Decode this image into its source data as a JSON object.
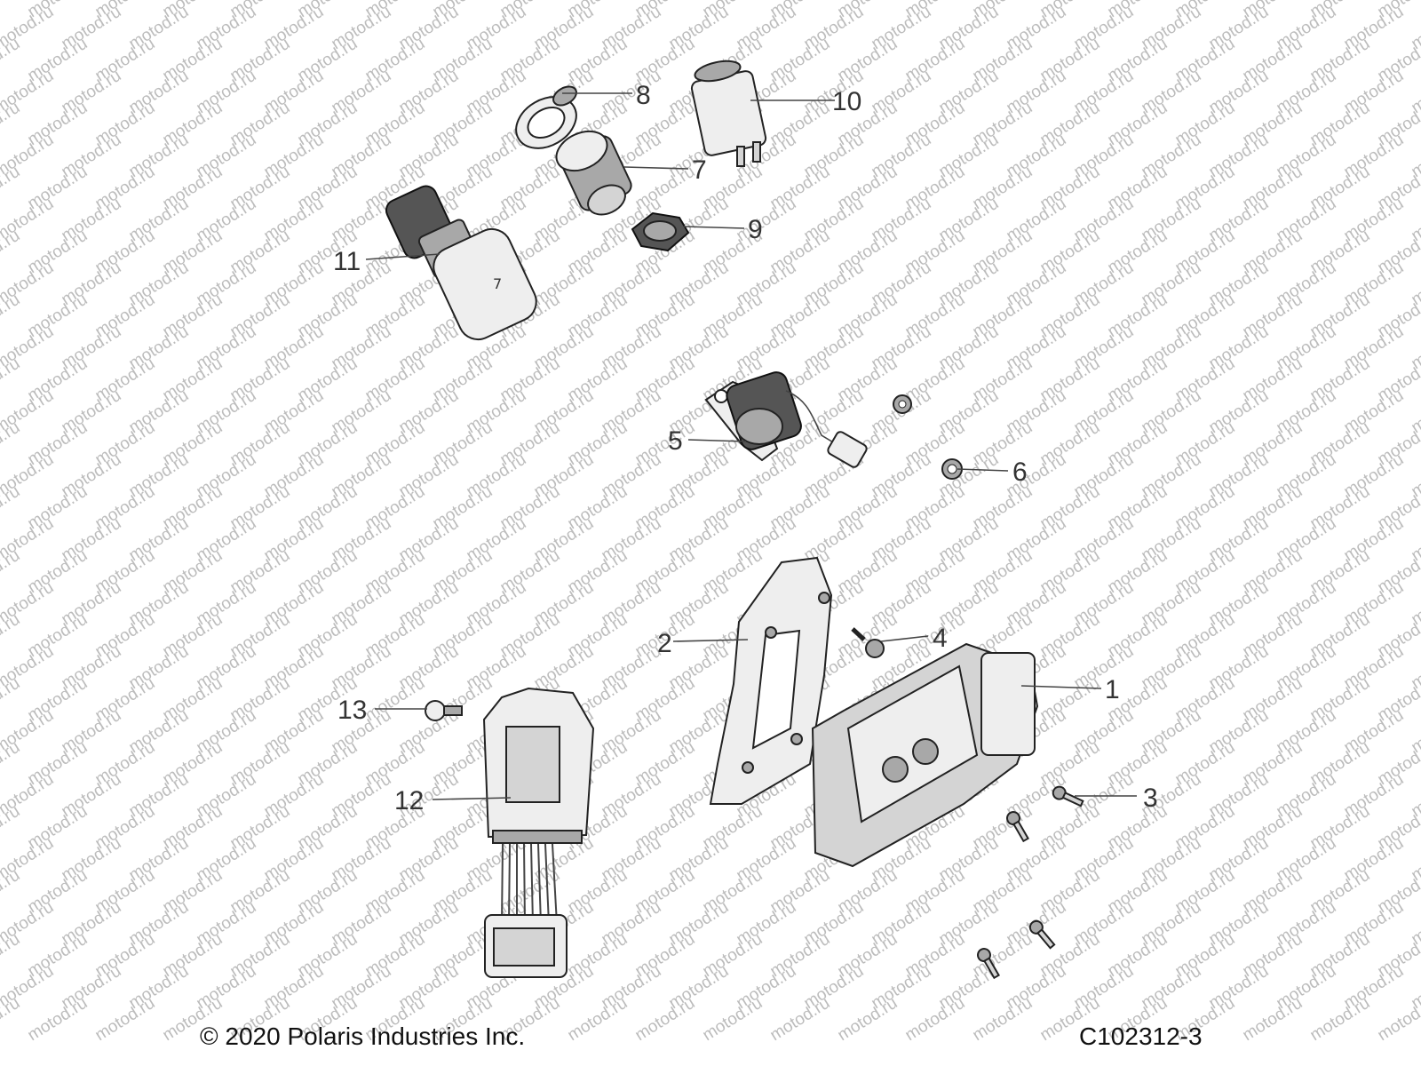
{
  "watermark": {
    "text": "motod.ru"
  },
  "callouts": {
    "c1": "1",
    "c2": "2",
    "c3": "3",
    "c4": "4",
    "c5": "5",
    "c6": "6",
    "c7": "7",
    "c8": "8",
    "c9": "9",
    "c10": "10",
    "c11": "11",
    "c12": "12",
    "c13": "13"
  },
  "footer": {
    "copyright": "© 2020 Polaris Industries Inc.",
    "drawing_number": "C102312-3"
  }
}
